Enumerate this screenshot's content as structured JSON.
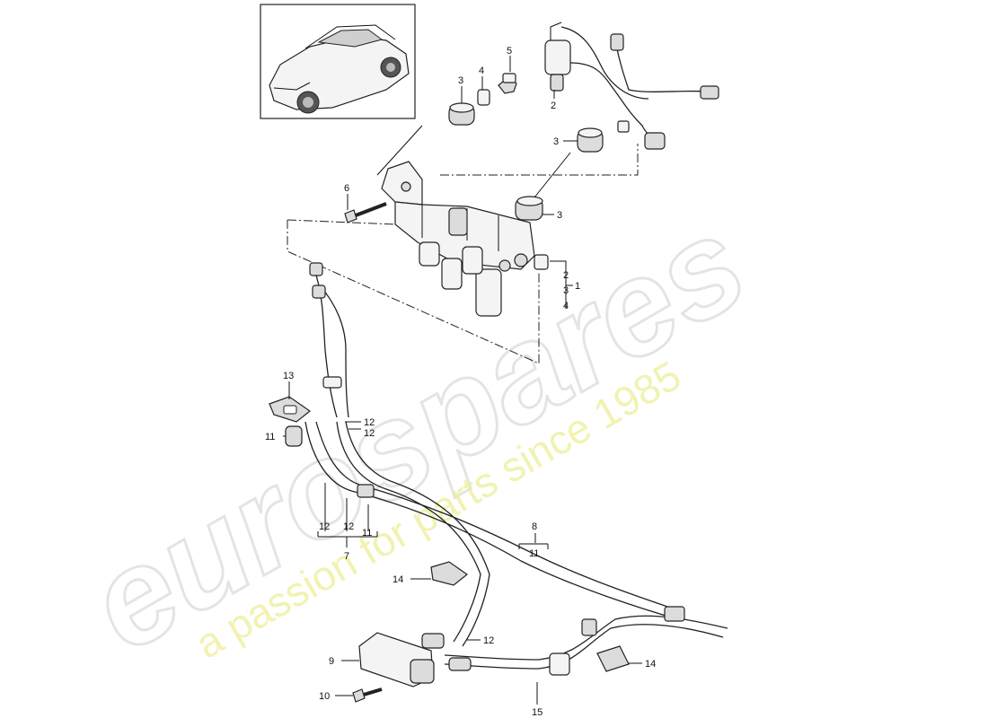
{
  "watermark": {
    "brand": "eurospares",
    "tagline": "a passion for parts since 1985"
  },
  "callouts": {
    "c1": "1",
    "c2a": "2",
    "c2b": "2",
    "c3a": "3",
    "c3b": "3",
    "c3c": "3",
    "c3d": "3",
    "c4a": "4",
    "c4b": "4",
    "c5": "5",
    "c6": "6",
    "c7": "7",
    "c8": "8",
    "c9": "9",
    "c10": "10",
    "c11a": "11",
    "c11b": "11",
    "c11c": "11",
    "c12a": "12",
    "c12b": "12",
    "c12c": "12",
    "c12d": "12",
    "c13": "13",
    "c14a": "14",
    "c14b": "14",
    "c15": "15"
  }
}
